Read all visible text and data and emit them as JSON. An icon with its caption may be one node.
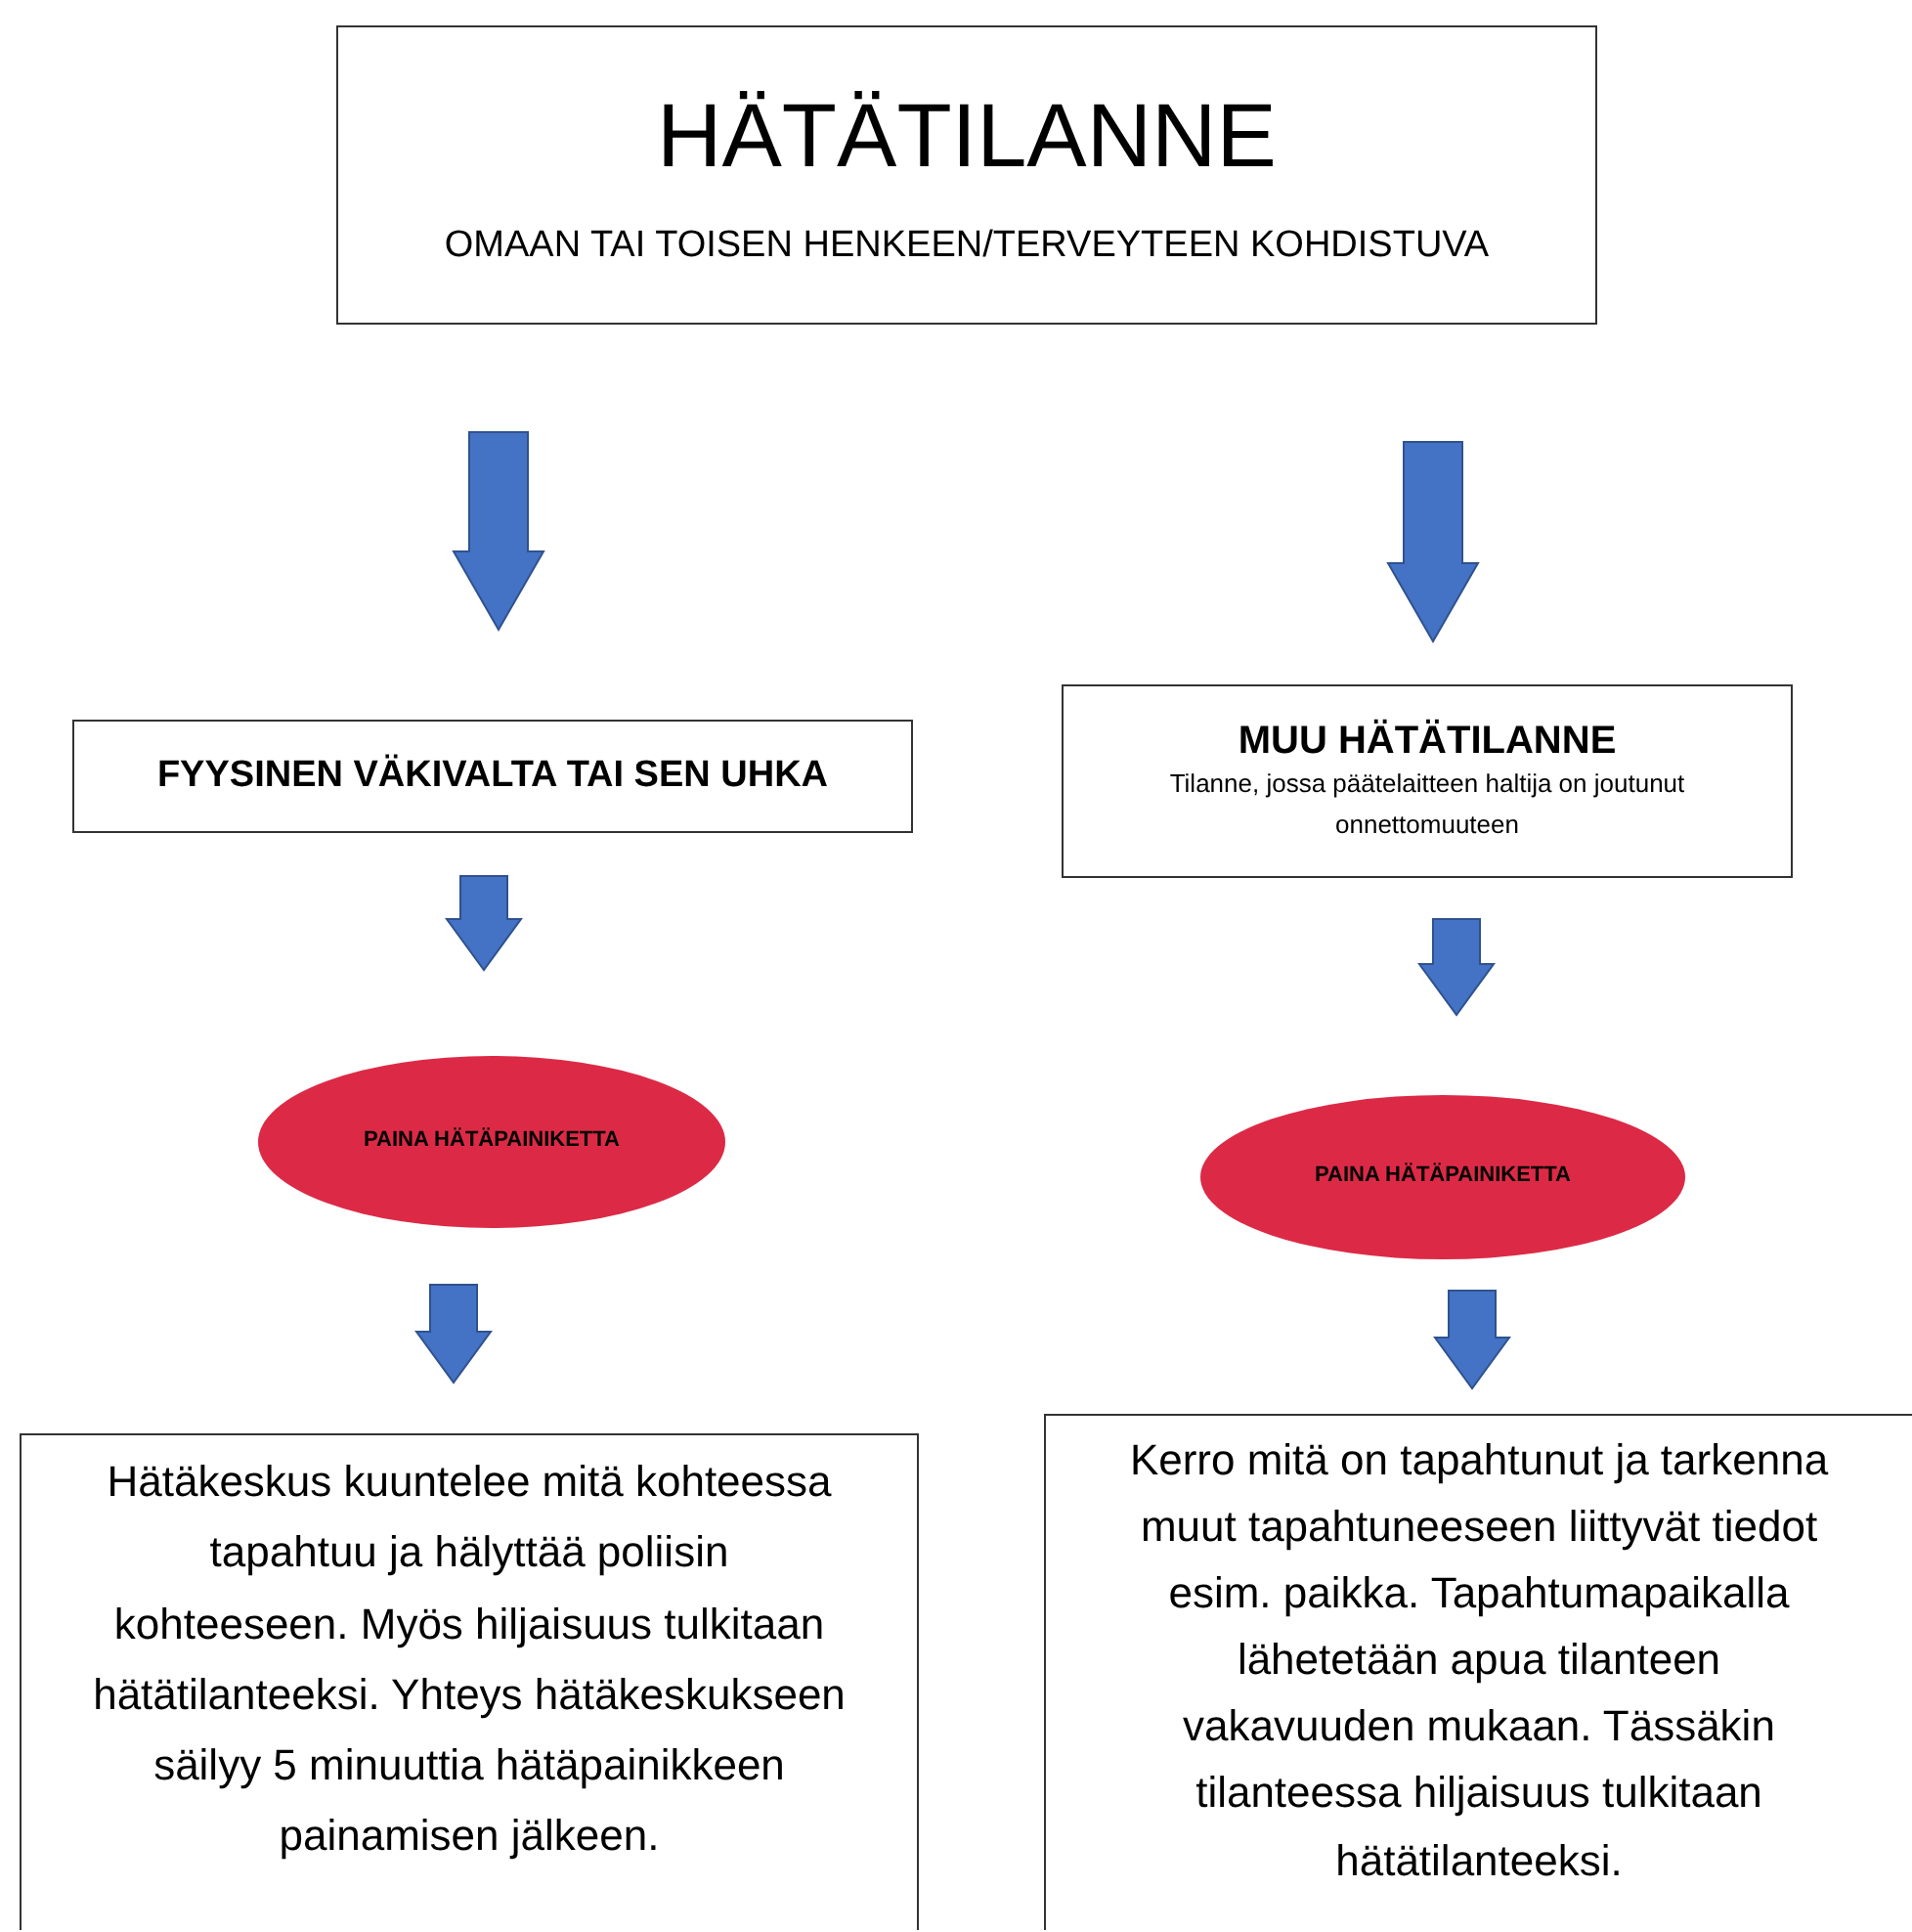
{
  "diagram": {
    "nodes": [
      {
        "text": [
          "HÄTÄTILANNE",
          "OMAAN TAI TOISEN HENKEEN/TERVEYTEEN KOHDISTUVA"
        ]
      },
      {
        "text": [
          "FYYSINEN VÄKIVALTA TAI SEN UHKA"
        ]
      },
      {
        "text": [
          "MUU HÄTÄTILANNE",
          "Tilanne, jossa päätelaitteen haltija on joutunut onnettomuuteen"
        ]
      },
      {
        "text": [
          "PAINA HÄTÄPAINIKETTA"
        ]
      },
      {
        "text": [
          "PAINA HÄTÄPAINIKETTA"
        ]
      },
      {
        "text": [
          "Hätäkeskus kuuntelee mitä kohteessa tapahtuu ja hälyttää poliisin kohteeseen. Myös hiljaisuus tulkitaan hätätilanteeksi. Yhteys hätäkeskukseen säilyy 5 minuuttia hätäpainikkeen painamisen jälkeen."
        ]
      },
      {
        "text": [
          "Kerro mitä on tapahtunut ja tarkenna muut tapahtuneeseen liittyvät tiedot esim. paikka. Tapahtumapaikalla lähetetään apua tilanteen vakavuuden mukaan. Tässäkin tilanteessa hiljaisuus tulkitaan hätätilanteeksi."
        ]
      }
    ],
    "edges": [
      {
        "from": 0,
        "to": 1,
        "arrow": "to"
      },
      {
        "from": 0,
        "to": 2,
        "arrow": "to"
      },
      {
        "from": 1,
        "to": 3,
        "arrow": "to"
      },
      {
        "from": 2,
        "to": 4,
        "arrow": "to"
      },
      {
        "from": 3,
        "to": 5,
        "arrow": "to"
      },
      {
        "from": 4,
        "to": 6,
        "arrow": "to"
      }
    ]
  }
}
